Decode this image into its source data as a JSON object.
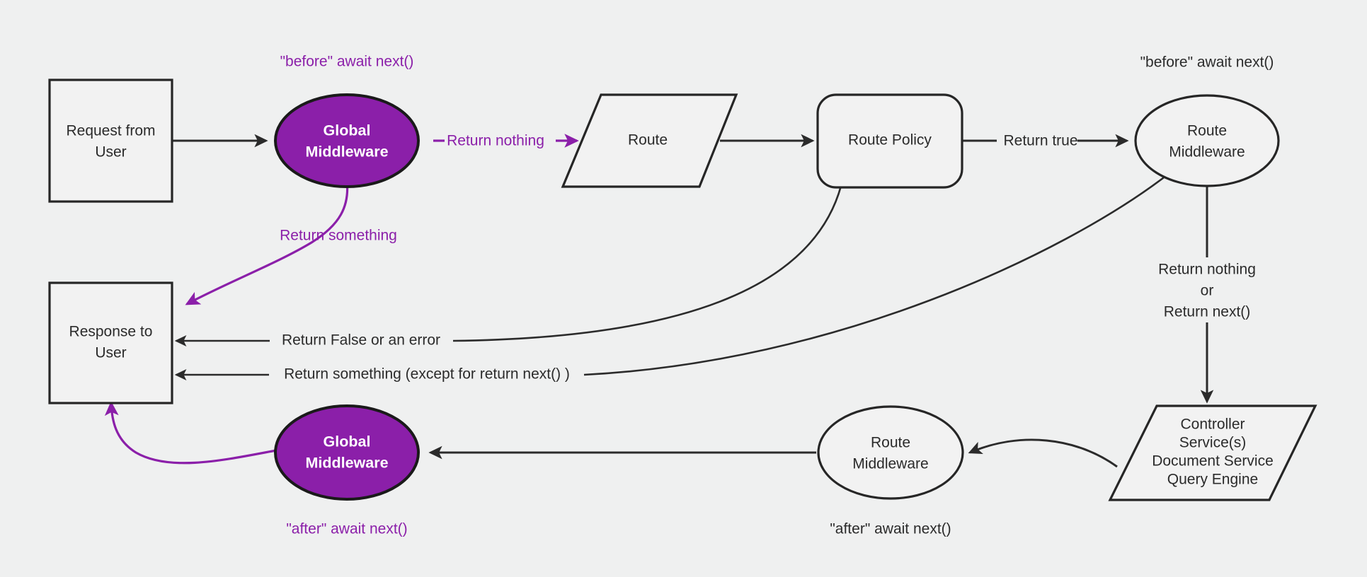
{
  "diagram": {
    "title": "Request lifecycle middleware flow",
    "background_color": "#eff0f0",
    "accent_color": "#8b1fa9",
    "line_color": "#2b2b2b",
    "node_fill_color": "#f2f2f2"
  },
  "nodes": {
    "request_from_user": {
      "line1": "Request from",
      "line2": "User",
      "shape": "rectangle"
    },
    "global_middleware_top": {
      "line1": "Global",
      "line2": "Middleware",
      "shape": "ellipse"
    },
    "route": {
      "line1": "Route",
      "shape": "parallelogram"
    },
    "route_policy": {
      "line1": "Route Policy",
      "shape": "rounded-rectangle"
    },
    "route_middleware_top": {
      "line1": "Route",
      "line2": "Middleware",
      "shape": "ellipse"
    },
    "controller": {
      "line1": "Controller",
      "line2": "Service(s)",
      "line3": "Document Service",
      "line4": "Query Engine",
      "shape": "parallelogram"
    },
    "route_middleware_bottom": {
      "line1": "Route",
      "line2": "Middleware",
      "shape": "ellipse"
    },
    "global_middleware_bottom": {
      "line1": "Global",
      "line2": "Middleware",
      "shape": "ellipse"
    },
    "response_to_user": {
      "line1": "Response to",
      "line2": "User",
      "shape": "rectangle"
    }
  },
  "annotations": {
    "before_await_next_global": "\"before\" await next()",
    "before_await_next_route": "\"before\" await next()",
    "after_await_next_global": "\"after\" await next()",
    "after_await_next_route": "\"after\" await next()"
  },
  "edge_labels": {
    "return_nothing": "Return nothing",
    "return_something": "Return something",
    "return_true": "Return true",
    "return_false_or_error": "Return False or an error",
    "return_something_except": "Return something (except for return next() )",
    "return_nothing_or_next_line1": "Return nothing",
    "return_nothing_or_next_line2": "or",
    "return_nothing_or_next_line3": "Return next()"
  }
}
